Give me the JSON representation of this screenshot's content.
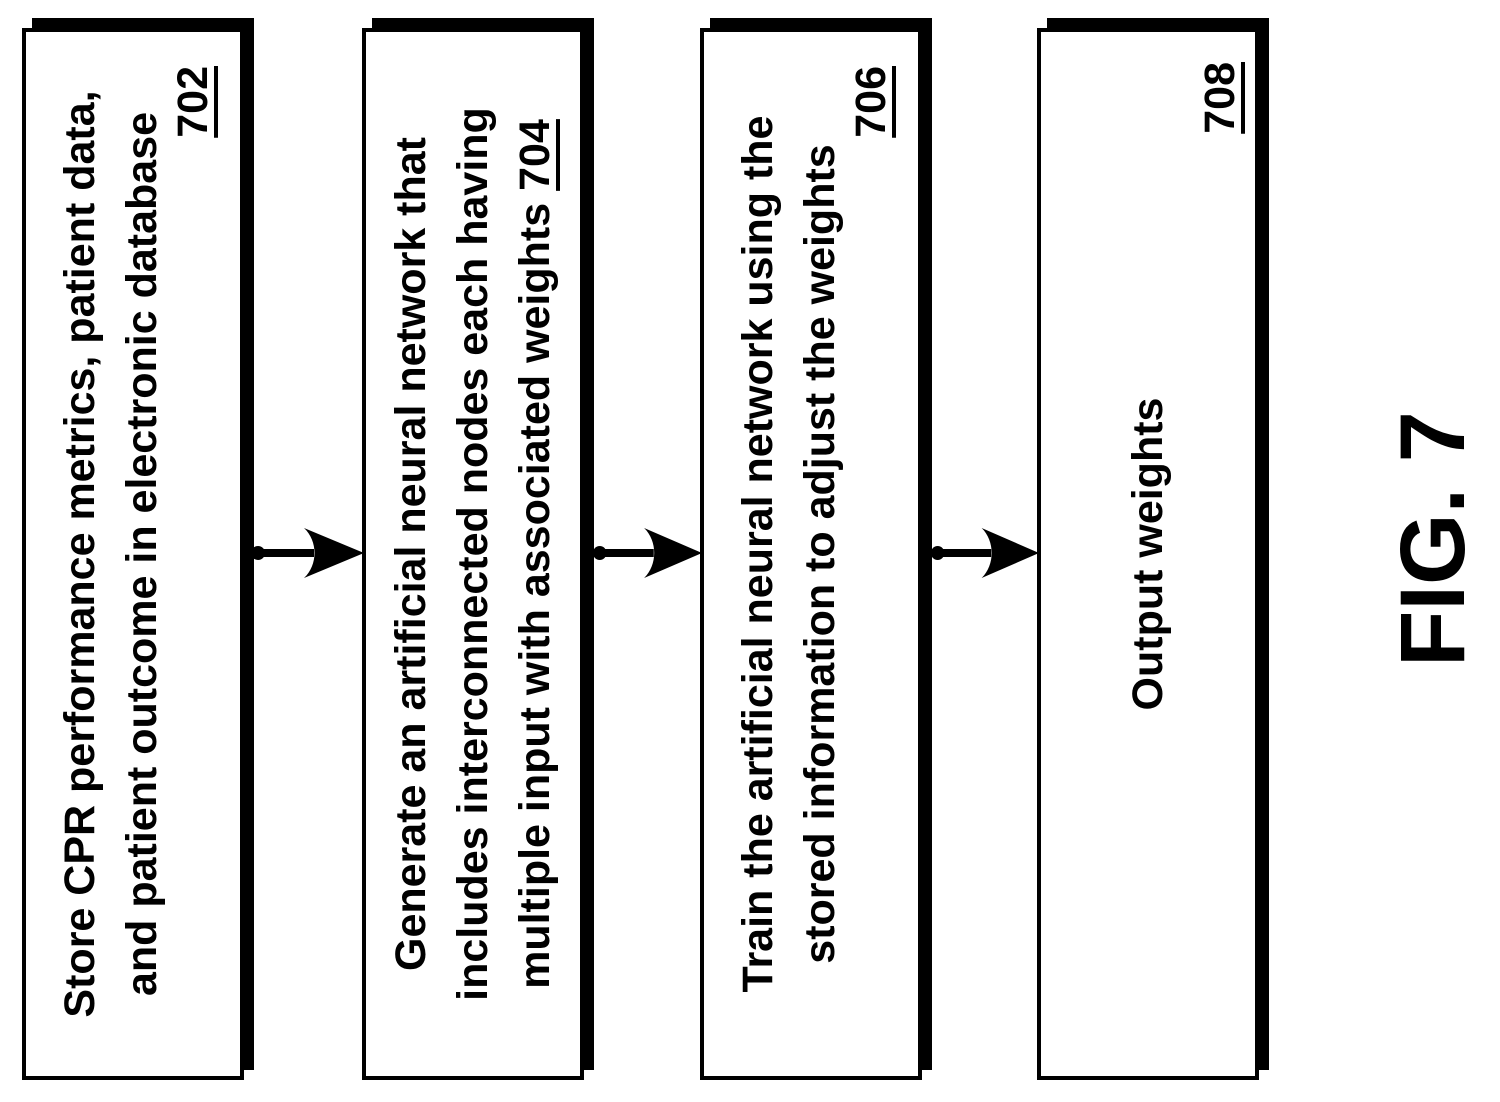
{
  "figure": {
    "label": "FIG. 7"
  },
  "boxes": [
    {
      "id": "store-data",
      "lines": [
        "Store CPR performance metrics, patient data,",
        "and patient outcome in electronic database"
      ],
      "ref": "702"
    },
    {
      "id": "generate-ann",
      "lines": [
        "Generate an artificial neural network that",
        "includes interconnected nodes each having",
        "multiple input with associated weights"
      ],
      "ref": "704"
    },
    {
      "id": "train-ann",
      "lines": [
        "Train the artificial neural network using the",
        "stored information to adjust the weights"
      ],
      "ref": "706"
    },
    {
      "id": "output-weights",
      "lines": [
        "Output weights"
      ],
      "ref": "708"
    }
  ],
  "colors": {
    "ink": "#000000",
    "paper": "#ffffff"
  }
}
